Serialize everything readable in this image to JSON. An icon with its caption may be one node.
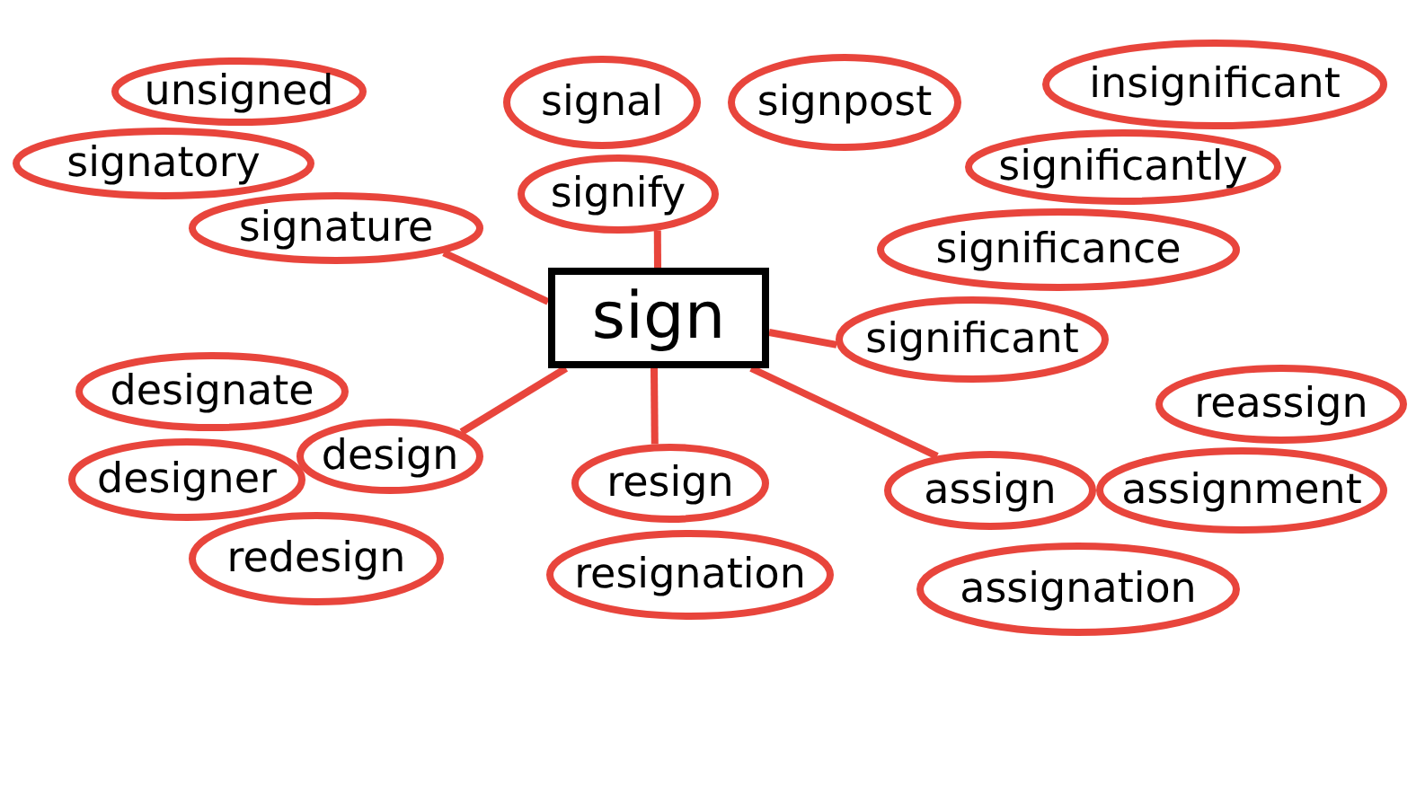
{
  "diagram": {
    "nodes": [
      {
        "text": [
          "unsigned"
        ]
      },
      {
        "text": [
          "signal"
        ]
      },
      {
        "text": [
          "signpost"
        ]
      },
      {
        "text": [
          "insignificant"
        ]
      },
      {
        "text": [
          "signatory"
        ]
      },
      {
        "text": [
          "significantly"
        ]
      },
      {
        "text": [
          "signify"
        ]
      },
      {
        "text": [
          "signature"
        ]
      },
      {
        "text": [
          "significance"
        ]
      },
      {
        "text": [
          "sign"
        ]
      },
      {
        "text": [
          "significant"
        ]
      },
      {
        "text": [
          "designate"
        ]
      },
      {
        "text": [
          "reassign"
        ]
      },
      {
        "text": [
          "design"
        ]
      },
      {
        "text": [
          "designer"
        ]
      },
      {
        "text": [
          "resign"
        ]
      },
      {
        "text": [
          "assign"
        ]
      },
      {
        "text": [
          "assignment"
        ]
      },
      {
        "text": [
          "redesign"
        ]
      },
      {
        "text": [
          "resignation"
        ]
      },
      {
        "text": [
          "assignation"
        ]
      }
    ],
    "edges": [
      {
        "from": 9,
        "to": 7,
        "arrow": "none"
      },
      {
        "from": 9,
        "to": 6,
        "arrow": "none"
      },
      {
        "from": 9,
        "to": 10,
        "arrow": "none"
      },
      {
        "from": 9,
        "to": 16,
        "arrow": "none"
      },
      {
        "from": 9,
        "to": 15,
        "arrow": "none"
      },
      {
        "from": 9,
        "to": 13,
        "arrow": "none"
      }
    ]
  }
}
